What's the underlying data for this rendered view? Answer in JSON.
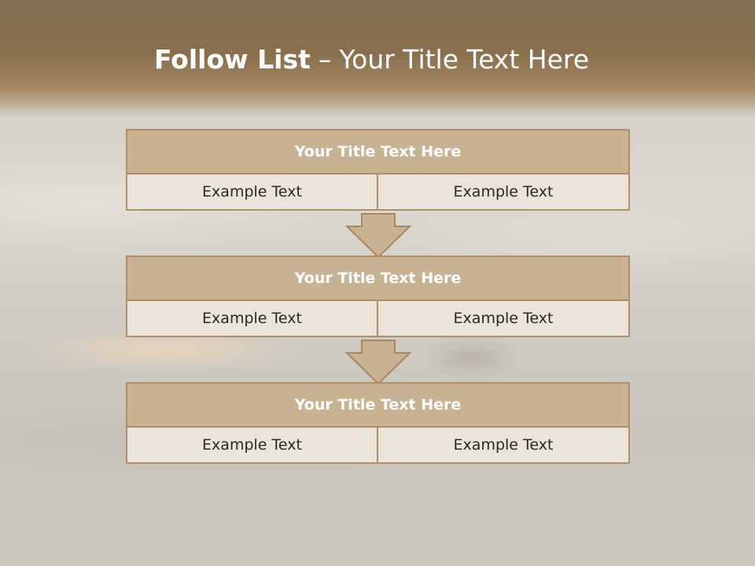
{
  "slide": {
    "title_bold": "Follow List",
    "title_separator": "–",
    "title_rest": "Your Title Text Here"
  },
  "blocks": [
    {
      "title": "Your Title Text Here",
      "left": "Example Text",
      "right": "Example Text"
    },
    {
      "title": "Your Title Text Here",
      "left": "Example Text",
      "right": "Example Text"
    },
    {
      "title": "Your Title Text Here",
      "left": "Example Text",
      "right": "Example Text"
    }
  ],
  "colors": {
    "header": "#8a6f4d",
    "block_title_fill": "#c9b292",
    "cell_fill": "#ebe4dc",
    "border": "#b08e66",
    "arrow_fill": "#c9b292"
  }
}
